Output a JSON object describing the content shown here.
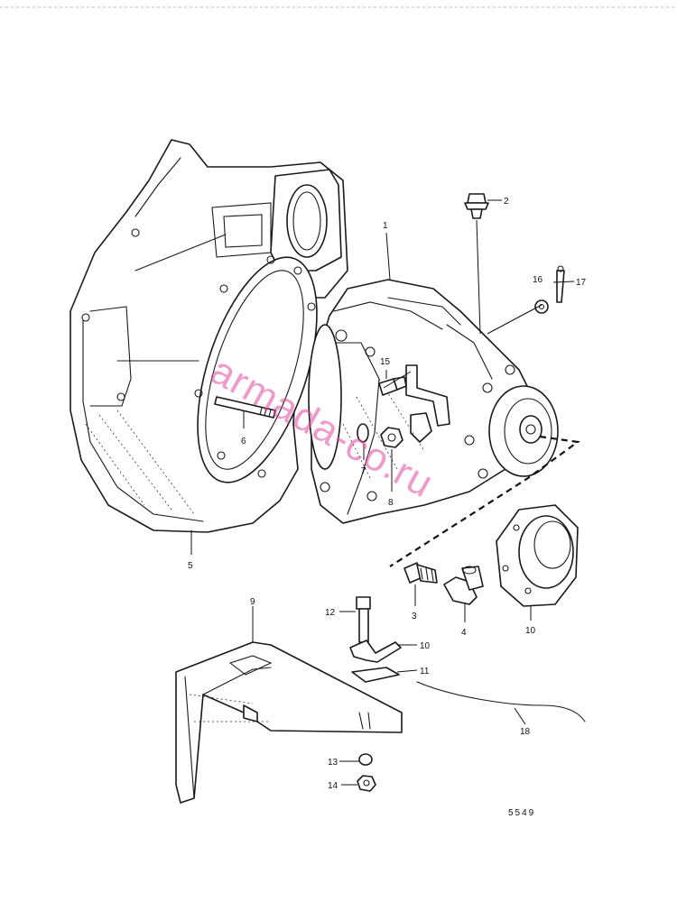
{
  "diagram": {
    "reference_number": "5549",
    "watermark": "armada-co.ru",
    "callouts": [
      "1",
      "2",
      "3",
      "4",
      "5",
      "6",
      "7",
      "8",
      "9",
      "10",
      "10",
      "11",
      "12",
      "13",
      "14",
      "15",
      "16",
      "17",
      "18"
    ]
  }
}
